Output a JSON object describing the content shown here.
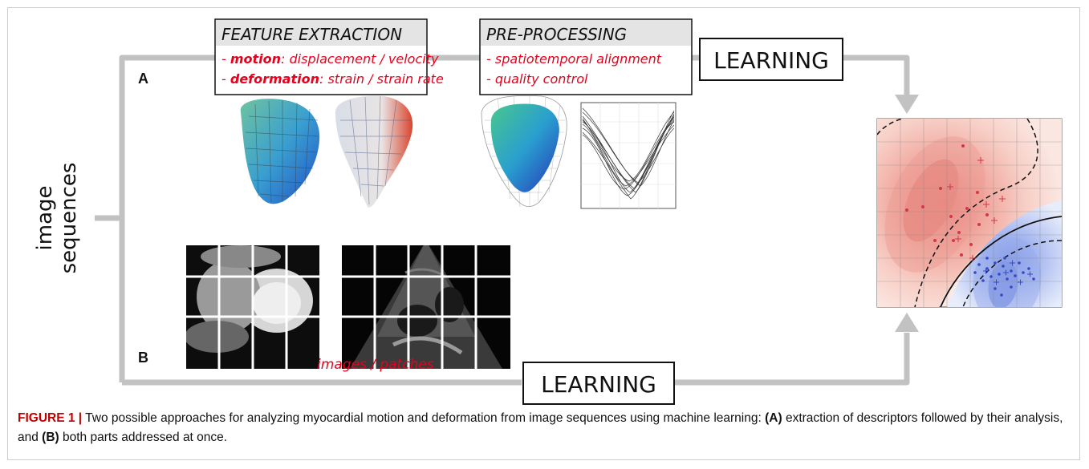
{
  "left_label": {
    "line1": "image",
    "line2": "sequences"
  },
  "path_a": {
    "letter": "A",
    "feature_box": {
      "title": "FEATURE EXTRACTION",
      "line1_prefix": "- ",
      "line1_key": "motion",
      "line1_rest": ": displacement / velocity",
      "line2_prefix": "- ",
      "line2_key": "deformation",
      "line2_rest": ": strain / strain rate"
    },
    "preprocessing_box": {
      "title": "PRE-PROCESSING",
      "line1": "- spatiotemporal alignment",
      "line2": "- quality control"
    },
    "learning_label": "LEARNING"
  },
  "path_b": {
    "letter": "B",
    "patches_label": "images / patches",
    "learning_label": "LEARNING"
  },
  "colors": {
    "connector": "#c2c2c2",
    "accent_red": "#e8001c",
    "class_red": "#e0564f",
    "class_blue": "#4f67d6"
  },
  "caption": {
    "label": "FIGURE 1 |",
    "text1": " Two possible approaches for analyzing myocardial motion and deformation from image sequences using machine learning: ",
    "a_marker": "(A)",
    "text2": " extraction of descriptors followed by their analysis, and ",
    "b_marker": "(B)",
    "text3": " both parts addressed at once."
  }
}
